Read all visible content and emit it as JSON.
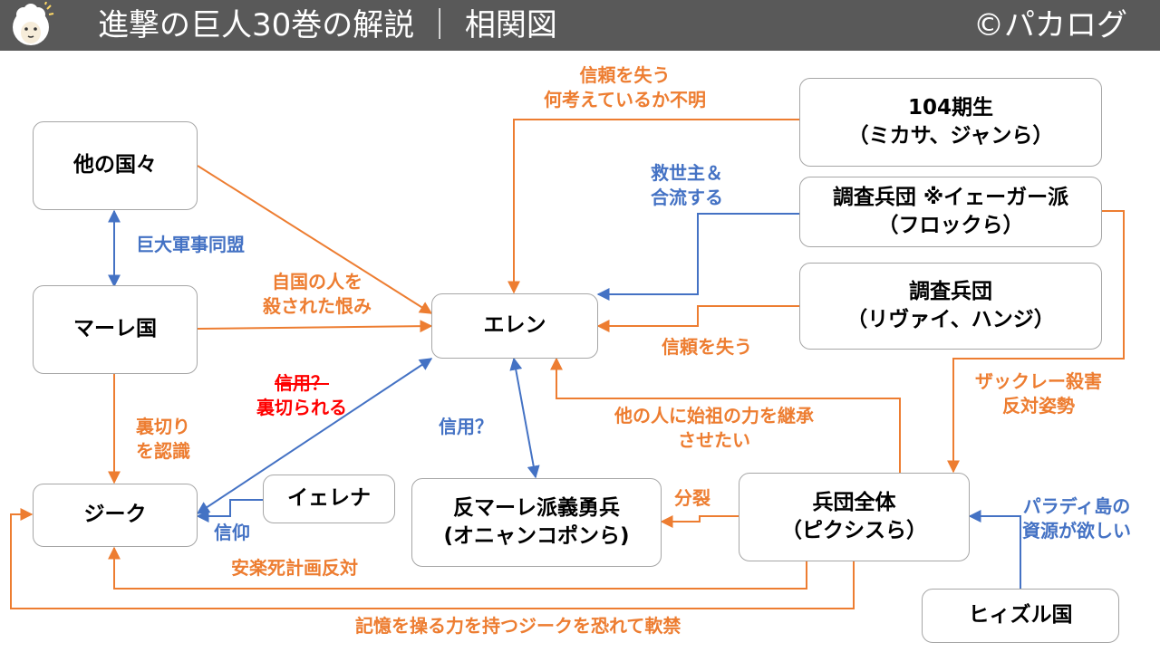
{
  "header": {
    "title": "進撃の巨人30巻の解説 ｜ 相関図",
    "credit": "©パカログ",
    "logo_icon": "alpaca-mascot-icon"
  },
  "colors": {
    "header_bg": "#595959",
    "orange": "#ed7d31",
    "blue": "#4472c4",
    "red": "#ff0000",
    "node_border": "#a6a6a6"
  },
  "nodes": {
    "other_countries": "他の国々",
    "marley": "マーレ国",
    "zeke": "ジーク",
    "yelena": "イェレナ",
    "eren": "エレン",
    "anti_marley": [
      "反マーレ派義勇兵",
      "(オニャンコポンら)"
    ],
    "cadets_104": [
      "104期生",
      "（ミカサ、ジャンら）"
    ],
    "scouts_yeager": [
      "調査兵団 ※イェーガー派",
      "（フロックら）"
    ],
    "scouts": [
      "調査兵団",
      "（リヴァイ、ハンジ）"
    ],
    "military": [
      "兵団全体",
      "（ピクシスら）"
    ],
    "hizuru": "ヒィズル国"
  },
  "labels": {
    "alliance": "巨大軍事同盟",
    "grudge": [
      "自国の人を",
      "殺された恨み"
    ],
    "betrayal_recognized": [
      "裏切り",
      "を認識"
    ],
    "trust_q_struck": "信用？",
    "betrayed": "裏切られる",
    "trust_q": "信用？",
    "faith": "信仰",
    "anti_euthanasia": "安楽死計画反対",
    "fear_zeke": "記憶を操る力を持つジークを恐れて軟禁",
    "lost_trust_unknown": [
      "信頼を失う",
      "何考えているか不明"
    ],
    "savior_join": [
      "救世主＆",
      "合流する"
    ],
    "lost_trust": "信頼を失う",
    "oppose_zackly": [
      "ザックレー殺害",
      "反対姿勢"
    ],
    "inherit": [
      "他の人に始祖の力を継承",
      "させたい"
    ],
    "split": "分裂",
    "paradis_resources": [
      "パラディ島の",
      "資源が欲しい"
    ]
  }
}
